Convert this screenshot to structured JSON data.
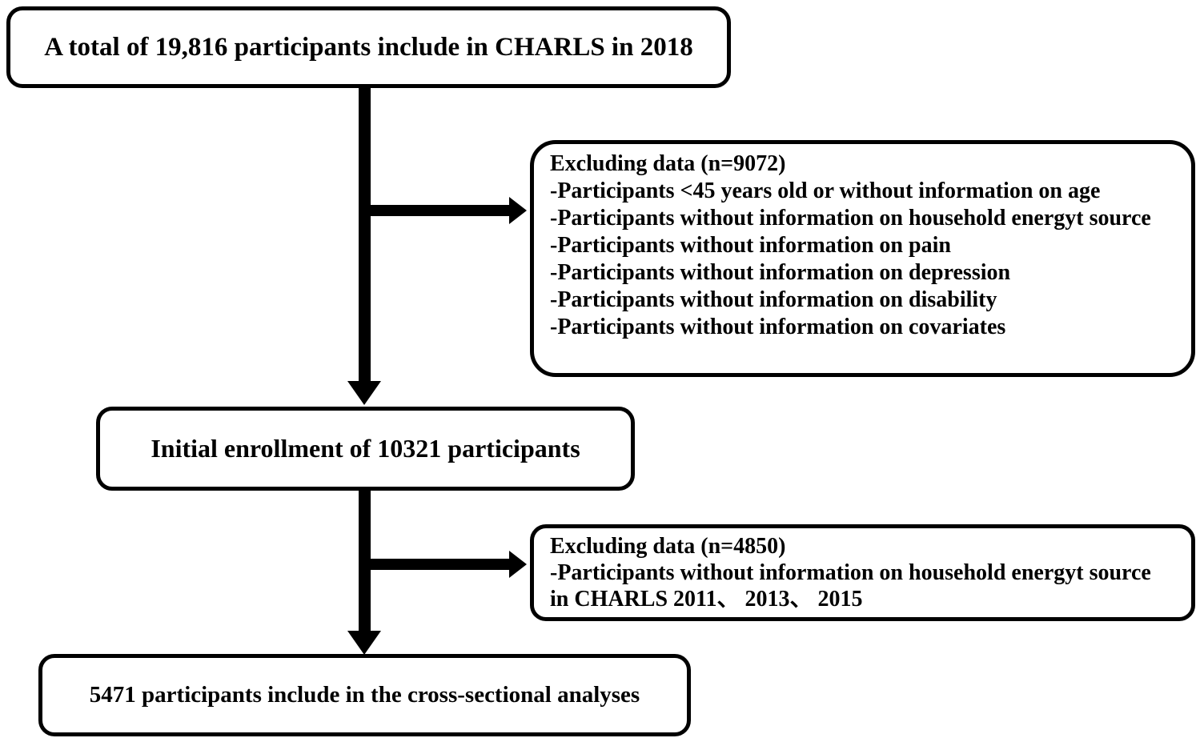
{
  "diagram": {
    "type": "participant-flowchart",
    "colors": {
      "line": "#000000",
      "box_border": "#000000",
      "box_fill": "#ffffff",
      "background": "#ffffff",
      "text": "#000000"
    },
    "nodes": {
      "total": {
        "label": "A total of 19,816 participants include in CHARLS in 2018"
      },
      "exclusion1": {
        "title": "Excluding data (n=9072)",
        "items": [
          "-Participants <45 years old or without information on age",
          "-Participants without information on household energyt source",
          "-Participants without information on pain",
          "-Participants without information on depression",
          "-Participants without information on disability",
          "-Participants without information on covariates"
        ]
      },
      "initial": {
        "label": "Initial enrollment of 10321 participants"
      },
      "exclusion2": {
        "title": "Excluding data (n=4850)",
        "items": [
          "-Participants without information on household energyt source in CHARLS 2011、 2013、 2015"
        ]
      },
      "final": {
        "label": "5471 participants include in the cross-sectional analyses"
      }
    }
  }
}
